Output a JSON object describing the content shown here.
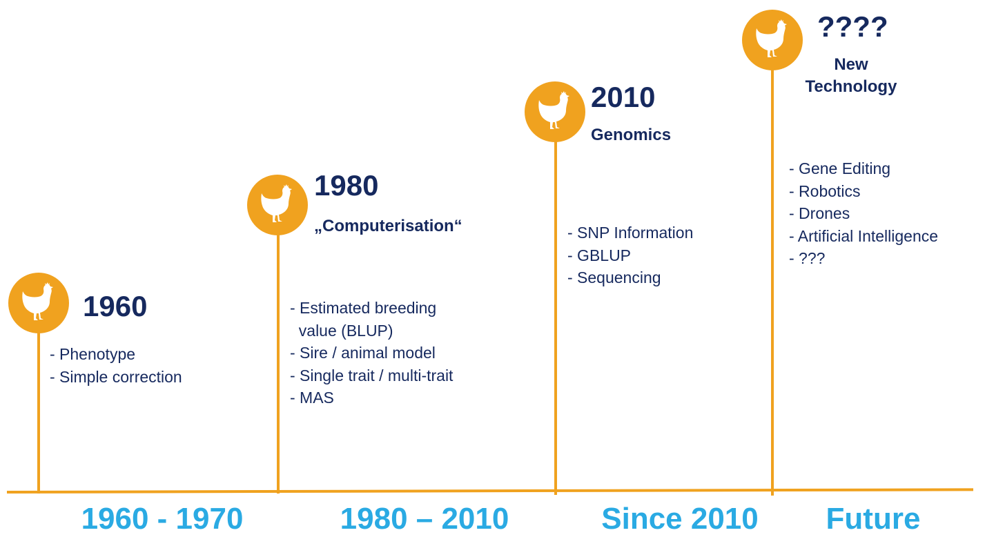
{
  "milestones": [
    {
      "year": "1960",
      "subtitle": "",
      "icon": "chicken-icon",
      "items": [
        "- Phenotype",
        "- Simple correction"
      ]
    },
    {
      "year": "1980",
      "subtitle": "„Computerisation“",
      "icon": "chicken-icon",
      "items": [
        "- Estimated breeding",
        "  value (BLUP)",
        "- Sire / animal model",
        "- Single trait / multi-trait",
        "- MAS"
      ]
    },
    {
      "year": "2010",
      "subtitle": "Genomics",
      "icon": "chicken-icon",
      "items": [
        "- SNP Information",
        "- GBLUP",
        "- Sequencing"
      ]
    },
    {
      "year": "????",
      "subtitle_line1": "New",
      "subtitle_line2": "Technology",
      "icon": "chicken-icon",
      "items": [
        "- Gene Editing",
        "- Robotics",
        "- Drones",
        "- Artificial Intelligence",
        "- ???"
      ]
    }
  ],
  "periods": [
    "1960 - 1970",
    "1980 – 2010",
    "Since 2010",
    "Future"
  ],
  "colors": {
    "accent_orange": "#F0A21F",
    "navy_text": "#16295E",
    "period_blue": "#2AAAE3"
  }
}
